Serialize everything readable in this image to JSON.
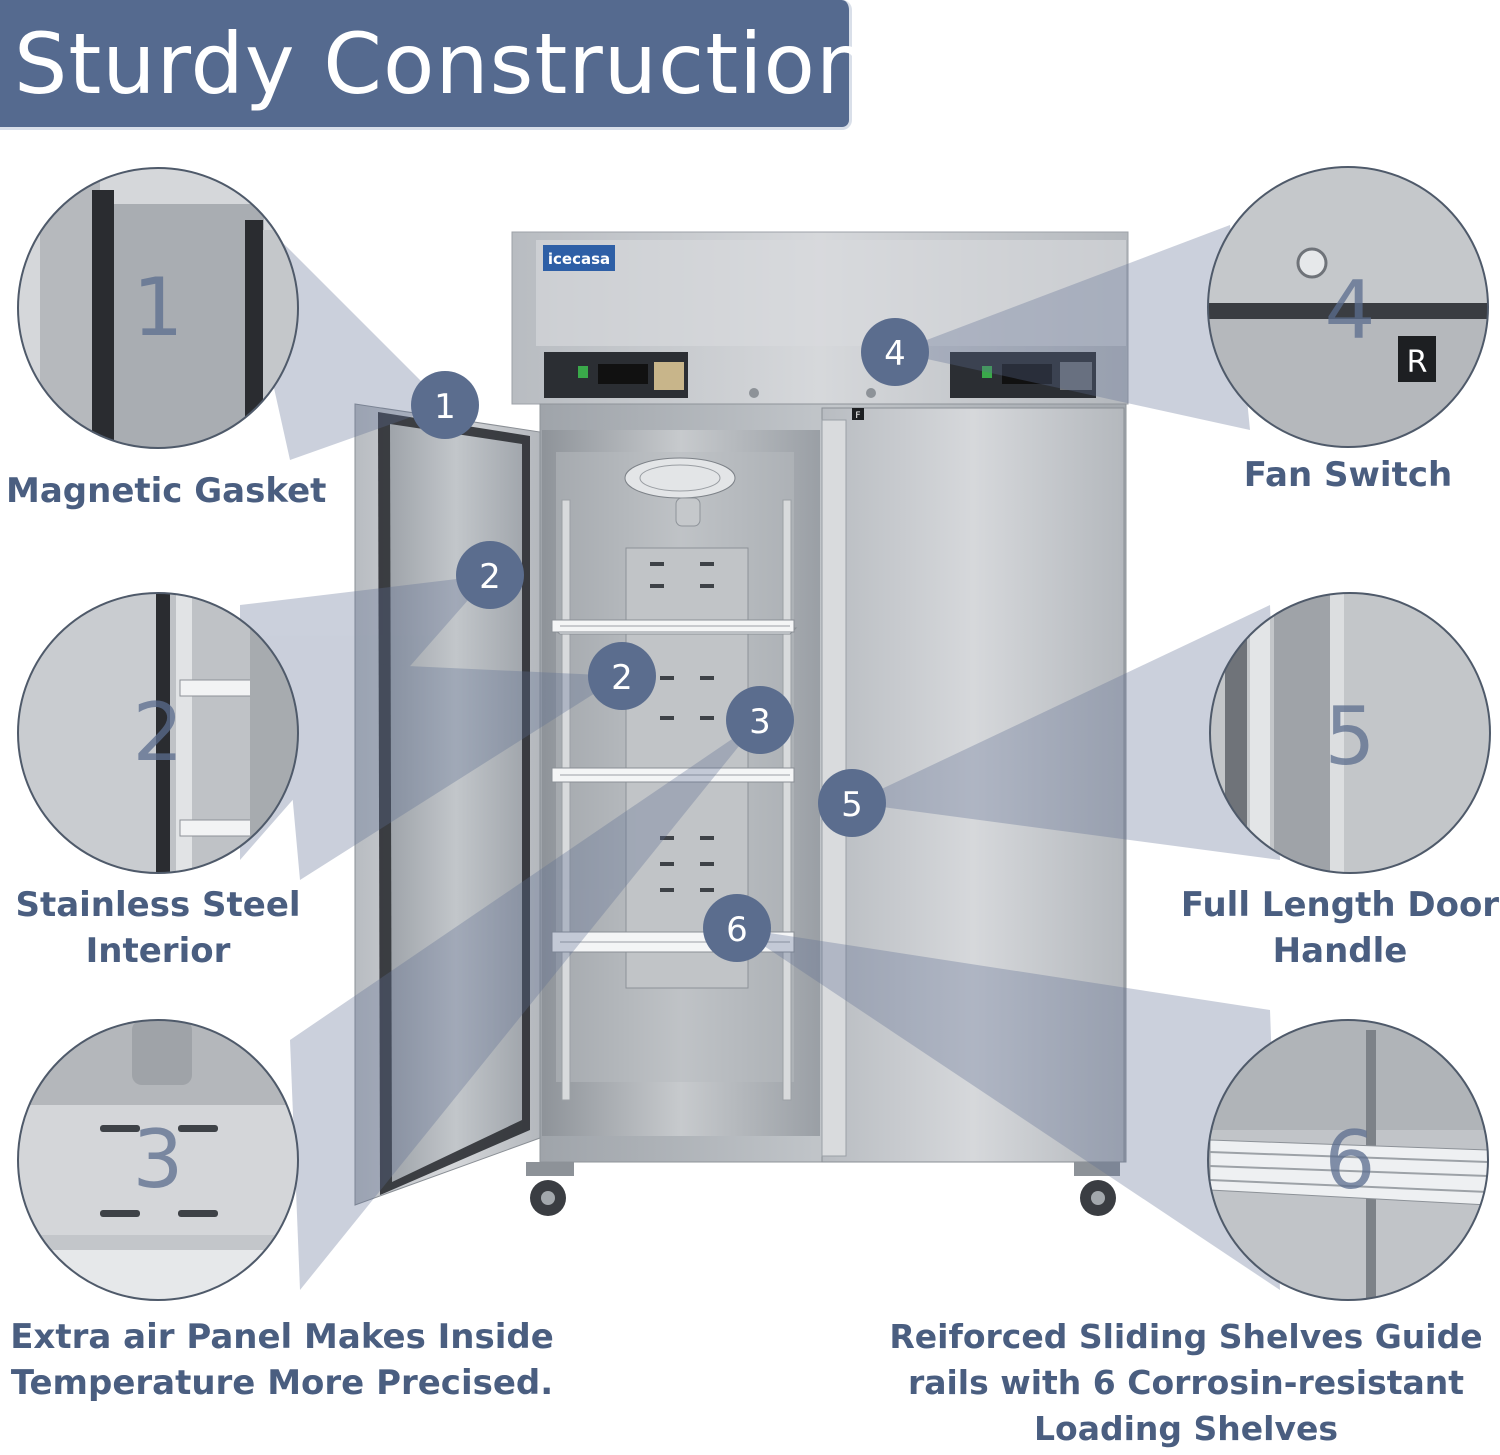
{
  "title": "Sturdy Construction:",
  "brand": "icecasa",
  "door_marks": {
    "f": "F",
    "r": "R"
  },
  "markers": [
    "1",
    "2",
    "2",
    "3",
    "4",
    "5",
    "6"
  ],
  "zoom_numbers": [
    "1",
    "2",
    "3",
    "4",
    "5",
    "6"
  ],
  "features": {
    "magnetic_gasket": "Magnetic Gasket",
    "stainless_steel_interior": [
      "Stainless Steel",
      "Interior"
    ],
    "extra_air_panel": [
      "Extra air Panel Makes Inside",
      "Temperature More Precised."
    ],
    "fan_switch": "Fan Switch",
    "door_handle": [
      "Full Length Door",
      "Handle"
    ],
    "shelves": [
      "Reiforced Sliding Shelves Guide",
      "rails with 6 Corrosin-resistant",
      "Loading Shelves"
    ]
  },
  "colors": {
    "accent": "#556a8f",
    "label": "#4a5e80",
    "marker": "#5b6d8e",
    "steel": "#c9ccd0"
  }
}
